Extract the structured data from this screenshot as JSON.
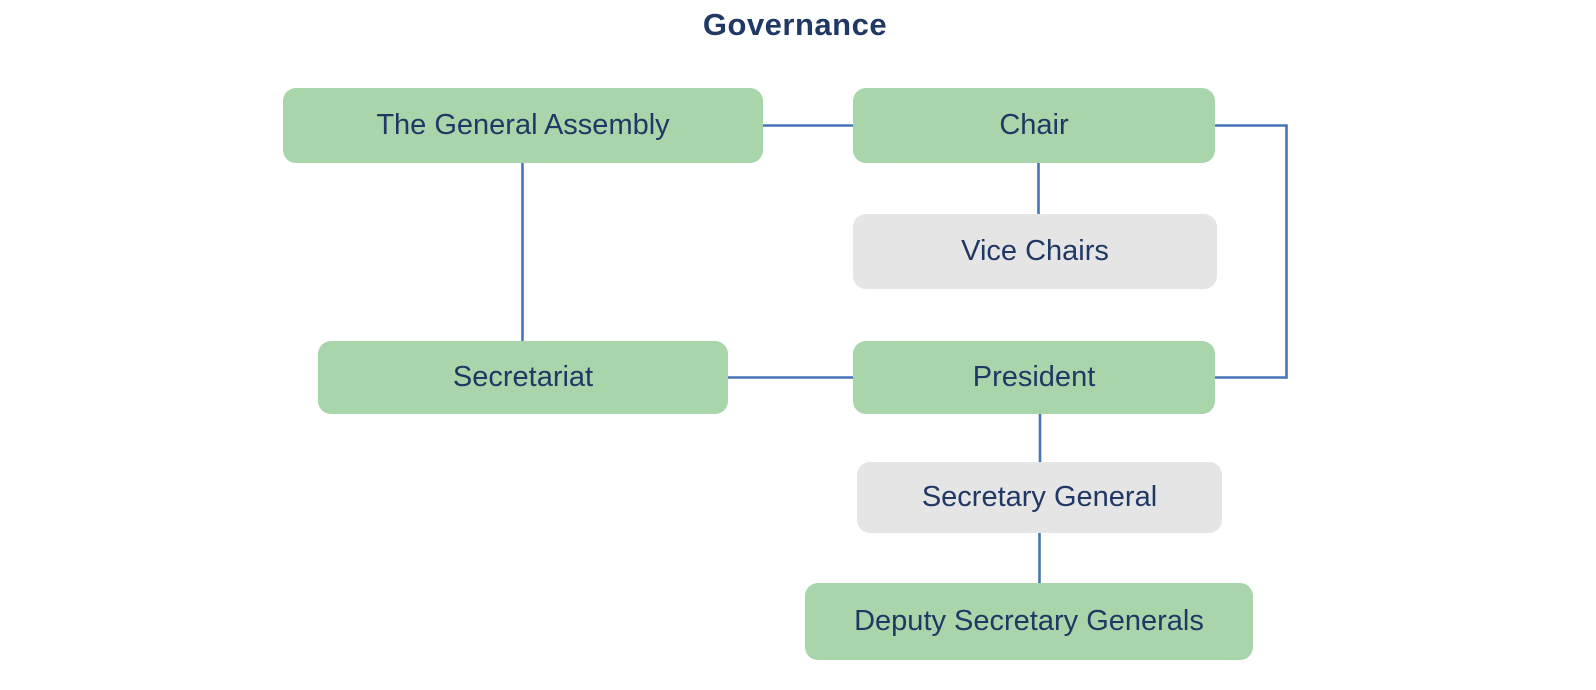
{
  "title": "Governance",
  "colors": {
    "node_green": "#a9d5ab",
    "node_gray": "#e5e5e5",
    "connector_blue": "#4674b8",
    "text_navy": "#1f3864",
    "background": "#ffffff"
  },
  "nodes": {
    "general_assembly": {
      "label": "The General Assembly",
      "fill": "green"
    },
    "chair": {
      "label": "Chair",
      "fill": "green"
    },
    "vice_chairs": {
      "label": "Vice Chairs",
      "fill": "gray"
    },
    "secretariat": {
      "label": "Secretariat",
      "fill": "green"
    },
    "president": {
      "label": "President",
      "fill": "green"
    },
    "secretary_general": {
      "label": "Secretary General",
      "fill": "gray"
    },
    "deputy_secretary_generals": {
      "label": "Deputy Secretary Generals",
      "fill": "green"
    }
  },
  "edges": [
    {
      "from": "The General Assembly",
      "to": "Chair"
    },
    {
      "from": "The General Assembly",
      "to": "Secretariat"
    },
    {
      "from": "Chair",
      "to": "Vice Chairs"
    },
    {
      "from": "Chair",
      "to": "President"
    },
    {
      "from": "Secretariat",
      "to": "President"
    },
    {
      "from": "President",
      "to": "Secretary General"
    },
    {
      "from": "Secretary General",
      "to": "Deputy Secretary Generals"
    }
  ]
}
